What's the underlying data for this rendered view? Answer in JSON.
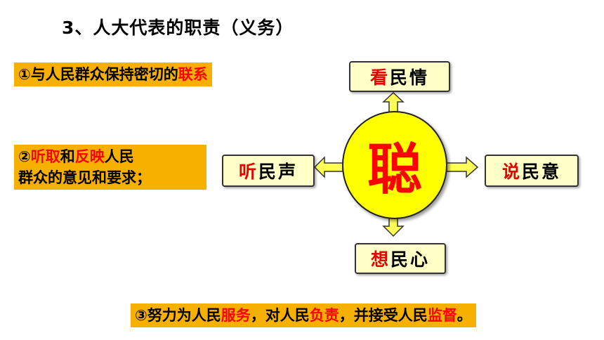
{
  "title": "3、人大代表的职责（义务）",
  "duty1": {
    "before": "①与人民群众保持密切的",
    "red": "联系"
  },
  "duty2": {
    "p1": "②",
    "r1": "听取",
    "p2": "和",
    "r2": "反映",
    "p3": "人民",
    "line2": "群众的意见和要求；"
  },
  "duty3": {
    "p1": "③努力为人民",
    "r1": "服务",
    "p2": "，对人民",
    "r2": "负责",
    "p3": "，并接受人民",
    "r3": "监督",
    "p4": "。"
  },
  "center": "聪",
  "nodes": {
    "top": {
      "red": "看",
      "rest": "民情"
    },
    "left": {
      "red": "听",
      "rest": "民声"
    },
    "right": {
      "red": "说",
      "rest": "民意"
    },
    "bottom": {
      "red": "想",
      "rest": "民心"
    }
  },
  "colors": {
    "highlight": "#f6b100",
    "circle": "#ffff00",
    "box": "#ffffc8",
    "accent": "#ff0000"
  }
}
